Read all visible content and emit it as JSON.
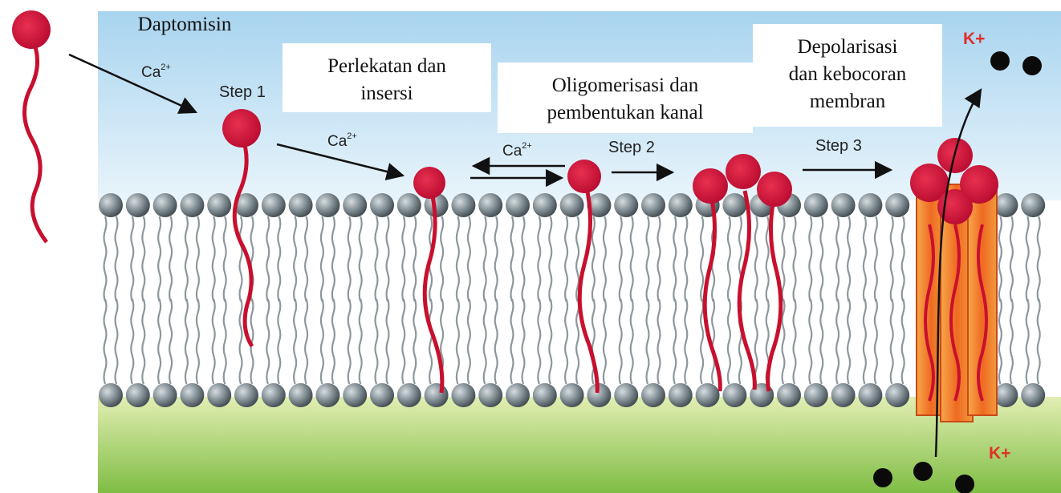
{
  "captions": {
    "daptomisin": "Daptomisin",
    "perlekatan": "Perlekatan dan\ninsersi",
    "oligomerisasi": "Oligomerisasi dan\npembentukan kanal",
    "depolarisasi": "Depolarisasi\ndan kebocoran\nmembran"
  },
  "labels": {
    "ca_1": "Ca",
    "ca_1_sup": "2+",
    "ca_2": "Ca",
    "ca_2_sup": "2+",
    "ca_3": "Ca",
    "ca_3_sup": "2+",
    "step1": "Step 1",
    "step2": "Step 2",
    "step3": "Step 3",
    "k_top": "K+",
    "k_bottom": "K+"
  },
  "colors": {
    "daptomycin": "#d0103a",
    "k_label": "#e0302a",
    "channel": "#f07a2a",
    "lipid_head": "#7f8c92",
    "sky_top": "#a8d4ef",
    "sky_bottom": "#e8f4fb",
    "ground_top": "#d9e8a5",
    "ground_bottom": "#7dbb45"
  }
}
